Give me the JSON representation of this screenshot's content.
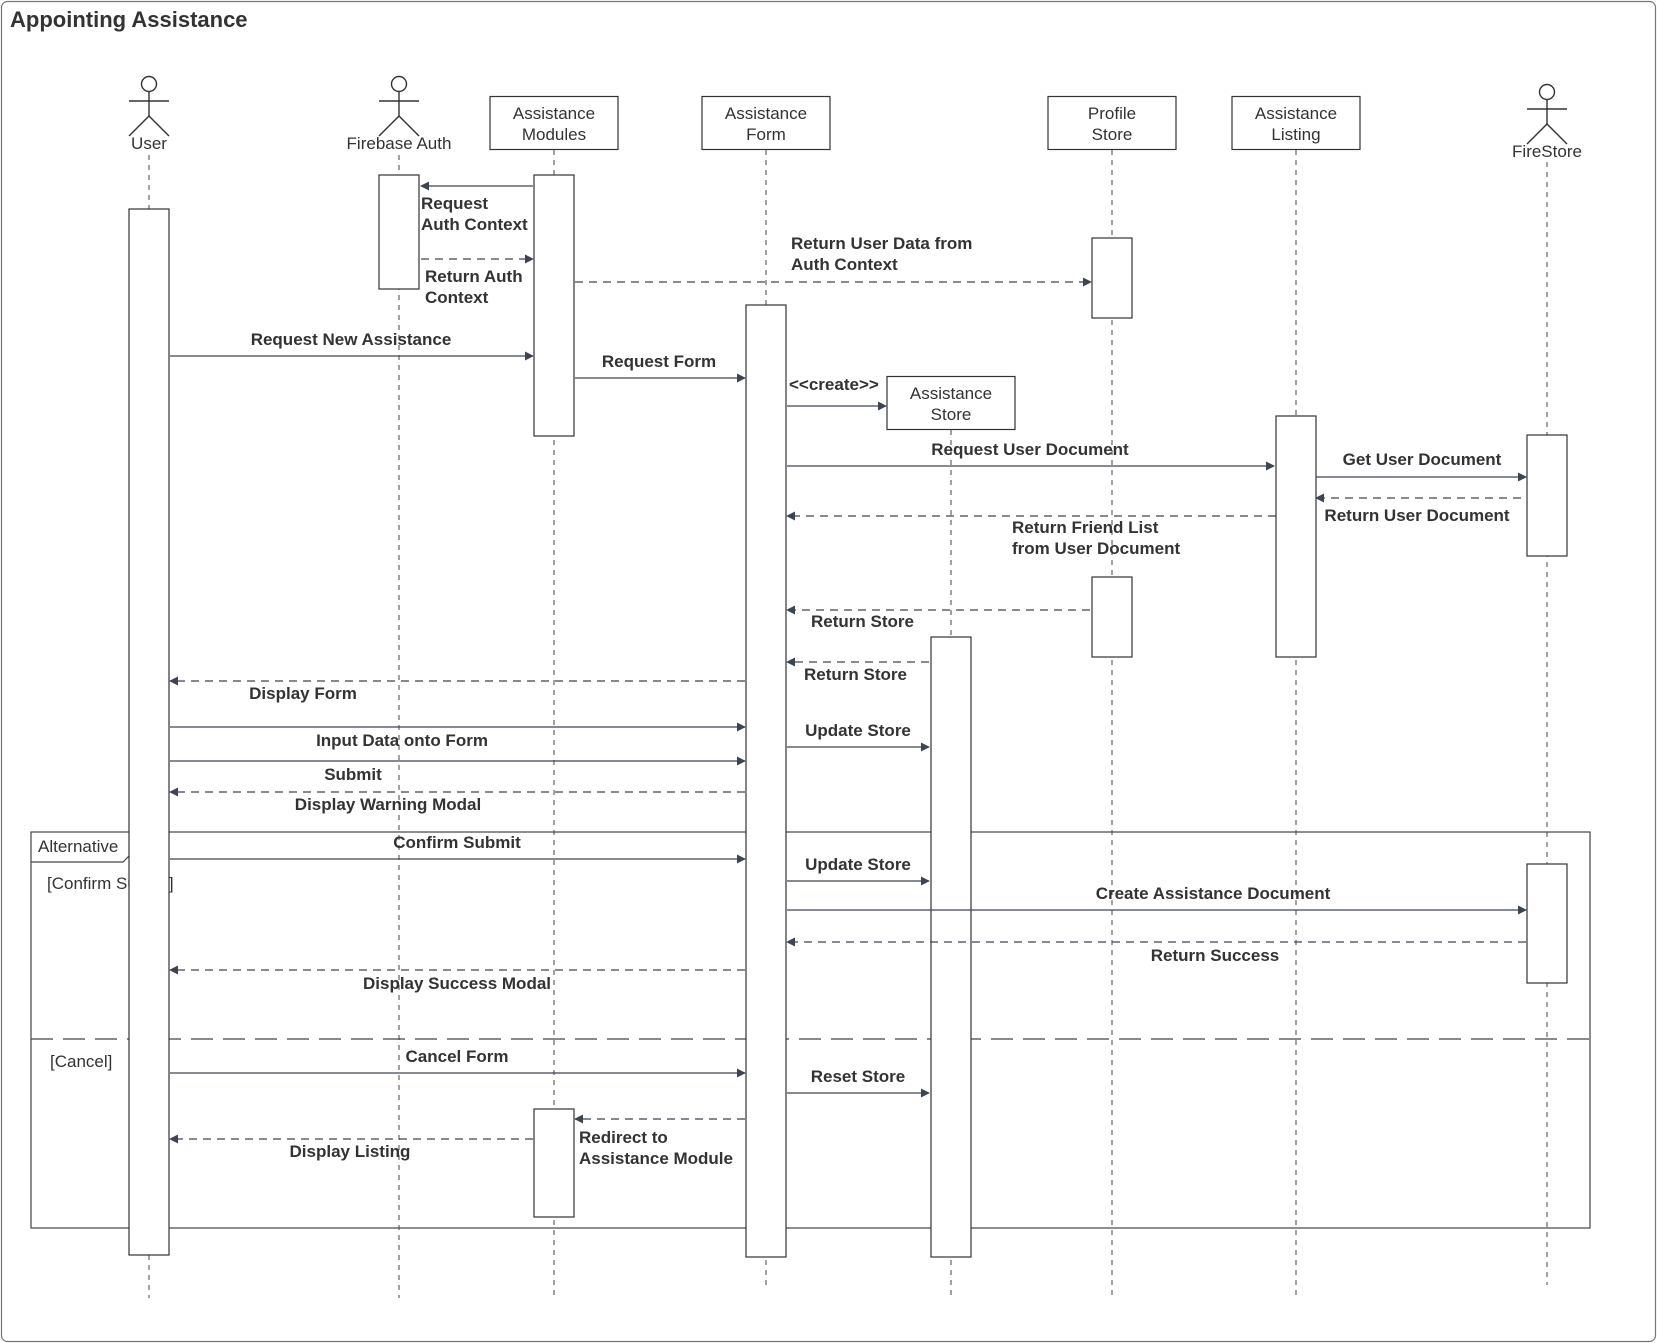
{
  "diagram": {
    "title": "Appointing Assistance",
    "participants": [
      {
        "id": "user",
        "label": "User",
        "kind": "actor"
      },
      {
        "id": "firebase_auth",
        "label": "Firebase Auth",
        "kind": "actor"
      },
      {
        "id": "assistance_modules",
        "label": [
          "Assistance",
          "Modules"
        ],
        "kind": "box"
      },
      {
        "id": "assistance_form",
        "label": [
          "Assistance",
          "Form"
        ],
        "kind": "box"
      },
      {
        "id": "assistance_store",
        "label": [
          "Assistance",
          "Store"
        ],
        "kind": "box",
        "created": true
      },
      {
        "id": "profile_store",
        "label": [
          "Profile",
          "Store"
        ],
        "kind": "box"
      },
      {
        "id": "assistance_listing",
        "label": [
          "Assistance",
          "Listing"
        ],
        "kind": "box"
      },
      {
        "id": "firestore",
        "label": "FireStore",
        "kind": "actor"
      }
    ],
    "messages": [
      {
        "from": "assistance_modules",
        "to": "firebase_auth",
        "type": "sync",
        "label": [
          "Request",
          "Auth Context"
        ]
      },
      {
        "from": "firebase_auth",
        "to": "assistance_modules",
        "type": "return",
        "label": [
          "Return Auth",
          "Context"
        ]
      },
      {
        "from": "assistance_modules",
        "to": "profile_store",
        "type": "return",
        "label": [
          "Return User Data from",
          "Auth Context"
        ]
      },
      {
        "from": "user",
        "to": "assistance_modules",
        "type": "sync",
        "label": [
          "Request New Assistance"
        ]
      },
      {
        "from": "assistance_modules",
        "to": "assistance_form",
        "type": "sync",
        "label": [
          "Request Form"
        ]
      },
      {
        "from": "assistance_form",
        "to": "assistance_store",
        "type": "create",
        "label": [
          "<<create>>"
        ]
      },
      {
        "from": "assistance_form",
        "to": "assistance_listing",
        "type": "sync",
        "label": [
          "Request User Document"
        ]
      },
      {
        "from": "assistance_listing",
        "to": "firestore",
        "type": "sync",
        "label": [
          "Get User Document"
        ]
      },
      {
        "from": "firestore",
        "to": "assistance_listing",
        "type": "return",
        "label": [
          "Return User Document"
        ]
      },
      {
        "from": "assistance_listing",
        "to": "assistance_form",
        "type": "return",
        "label": [
          "Return Friend List",
          "from User Document"
        ]
      },
      {
        "from": "profile_store",
        "to": "assistance_form",
        "type": "return",
        "label": [
          "Return Store"
        ]
      },
      {
        "from": "assistance_store",
        "to": "assistance_form",
        "type": "return",
        "label": [
          "Return Store"
        ]
      },
      {
        "from": "assistance_form",
        "to": "user",
        "type": "return",
        "label": [
          "Display Form"
        ]
      },
      {
        "from": "user",
        "to": "assistance_form",
        "type": "sync",
        "label": [
          "Input Data onto Form"
        ]
      },
      {
        "from": "assistance_form",
        "to": "assistance_store",
        "type": "sync",
        "label": [
          "Update Store"
        ]
      },
      {
        "from": "user",
        "to": "assistance_form",
        "type": "sync",
        "label": [
          "Submit"
        ]
      },
      {
        "from": "assistance_form",
        "to": "user",
        "type": "return",
        "label": [
          "Display Warning Modal"
        ]
      },
      {
        "from": "user",
        "to": "assistance_form",
        "type": "sync",
        "label": [
          "Confirm Submit"
        ]
      },
      {
        "from": "assistance_form",
        "to": "assistance_store",
        "type": "sync",
        "label": [
          "Update Store"
        ]
      },
      {
        "from": "assistance_form",
        "to": "firestore",
        "type": "sync",
        "label": [
          "Create Assistance Document"
        ]
      },
      {
        "from": "firestore",
        "to": "assistance_form",
        "type": "return",
        "label": [
          "Return Success"
        ]
      },
      {
        "from": "assistance_form",
        "to": "user",
        "type": "return",
        "label": [
          "Display Success Modal"
        ]
      },
      {
        "from": "user",
        "to": "assistance_form",
        "type": "sync",
        "label": [
          "Cancel Form"
        ]
      },
      {
        "from": "assistance_form",
        "to": "assistance_store",
        "type": "sync",
        "label": [
          "Reset Store"
        ]
      },
      {
        "from": "assistance_form",
        "to": "assistance_modules",
        "type": "return",
        "label": [
          "Redirect to",
          "Assistance Module"
        ]
      },
      {
        "from": "assistance_modules",
        "to": "user",
        "type": "return",
        "label": [
          "Display Listing"
        ]
      }
    ],
    "fragment": {
      "operator": "Alternative",
      "guards": [
        "[Confirm Submit]",
        "[Cancel]"
      ]
    }
  }
}
